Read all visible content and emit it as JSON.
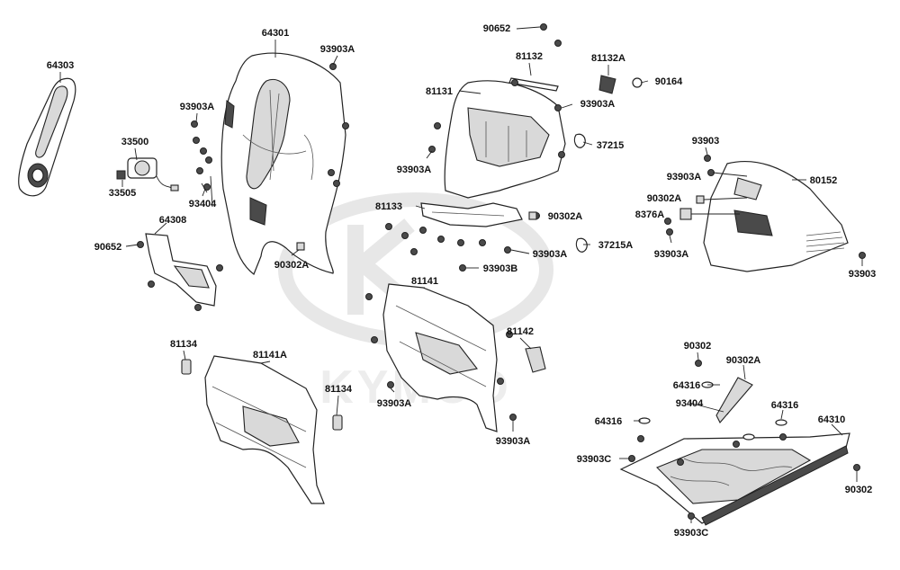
{
  "watermark": "KYMCO",
  "parts": [
    {
      "id": "p01",
      "label": "64303"
    },
    {
      "id": "p02",
      "label": "64301"
    },
    {
      "id": "p03",
      "label": "93903A"
    },
    {
      "id": "p04",
      "label": "93903A"
    },
    {
      "id": "p05",
      "label": "33500"
    },
    {
      "id": "p06",
      "label": "33505"
    },
    {
      "id": "p07",
      "label": "93404"
    },
    {
      "id": "p08",
      "label": "64308"
    },
    {
      "id": "p09",
      "label": "90652"
    },
    {
      "id": "p10",
      "label": "90302A"
    },
    {
      "id": "p11",
      "label": "90652"
    },
    {
      "id": "p12",
      "label": "81132"
    },
    {
      "id": "p13",
      "label": "81132A"
    },
    {
      "id": "p14",
      "label": "90164"
    },
    {
      "id": "p15",
      "label": "81131"
    },
    {
      "id": "p16",
      "label": "93903A"
    },
    {
      "id": "p17",
      "label": "37215"
    },
    {
      "id": "p18",
      "label": "93903A"
    },
    {
      "id": "p19",
      "label": "81133"
    },
    {
      "id": "p20",
      "label": "90302A"
    },
    {
      "id": "p21",
      "label": "93903A"
    },
    {
      "id": "p22",
      "label": "37215A"
    },
    {
      "id": "p23",
      "label": "93903B"
    },
    {
      "id": "p24",
      "label": "93903"
    },
    {
      "id": "p25",
      "label": "93903A"
    },
    {
      "id": "p26",
      "label": "80152"
    },
    {
      "id": "p27",
      "label": "90302A"
    },
    {
      "id": "p28",
      "label": "8376A"
    },
    {
      "id": "p29",
      "label": "93903A"
    },
    {
      "id": "p30",
      "label": "93903"
    },
    {
      "id": "p31",
      "label": "81141"
    },
    {
      "id": "p32",
      "label": "81142"
    },
    {
      "id": "p33",
      "label": "93903A"
    },
    {
      "id": "p34",
      "label": "93903A"
    },
    {
      "id": "p35",
      "label": "81134"
    },
    {
      "id": "p36",
      "label": "81141A"
    },
    {
      "id": "p37",
      "label": "81134"
    },
    {
      "id": "p38",
      "label": "90302"
    },
    {
      "id": "p39",
      "label": "90302A"
    },
    {
      "id": "p40",
      "label": "64316"
    },
    {
      "id": "p41",
      "label": "93404"
    },
    {
      "id": "p42",
      "label": "64316"
    },
    {
      "id": "p43",
      "label": "64316"
    },
    {
      "id": "p44",
      "label": "64310"
    },
    {
      "id": "p45",
      "label": "93903C"
    },
    {
      "id": "p46",
      "label": "90302"
    },
    {
      "id": "p47",
      "label": "93903C"
    }
  ]
}
